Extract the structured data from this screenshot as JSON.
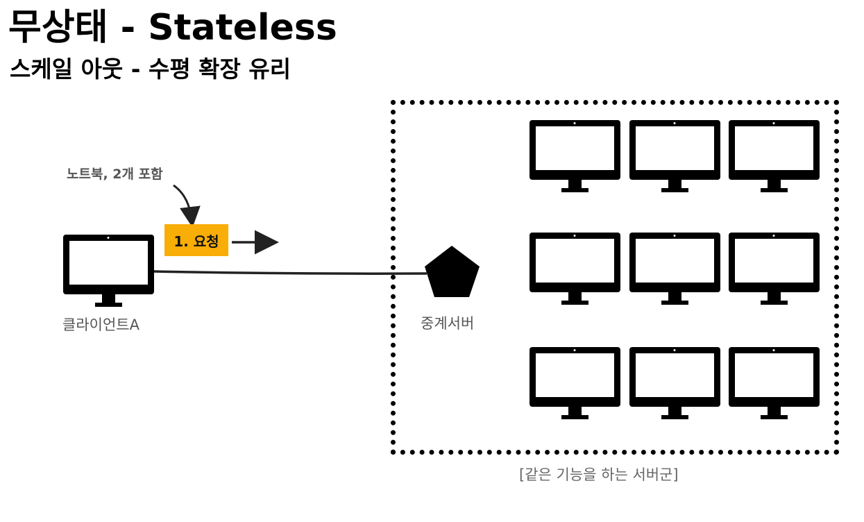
{
  "title": "무상태 - Stateless",
  "subtitle": "스케일 아웃 - 수평 확장 유리",
  "annotation": "노트북, 2개 포함",
  "request_label": "1. 요청",
  "client_label": "클라이언트A",
  "relay_label": "중계서버",
  "group_caption": "[같은 기능을 하는 서버군]",
  "colors": {
    "badge": "#f9ad07",
    "label": "#555555",
    "ink": "#000000"
  },
  "icons": {
    "client": "monitor-icon",
    "relay": "pentagon-icon",
    "server": "monitor-icon"
  }
}
